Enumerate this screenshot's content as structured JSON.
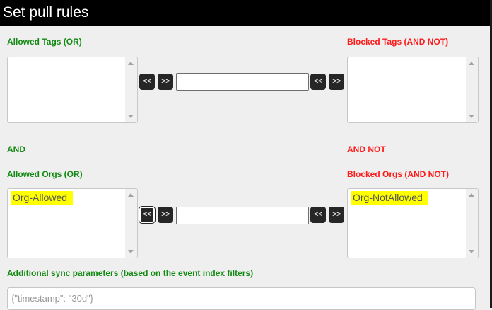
{
  "header": {
    "title": "Set pull rules"
  },
  "tags": {
    "allowed_label": "Allowed Tags (OR)",
    "blocked_label": "Blocked Tags (AND NOT)",
    "allowed_items": [],
    "blocked_items": [],
    "input_value": "",
    "move_left_label": "<<",
    "move_right_label": ">>"
  },
  "connectors": {
    "and": "AND",
    "and_not": "AND NOT"
  },
  "orgs": {
    "allowed_label": "Allowed Orgs (OR)",
    "blocked_label": "Blocked Orgs (AND NOT)",
    "allowed_items": [
      "Org-Allowed"
    ],
    "blocked_items": [
      "Org-NotAllowed"
    ],
    "input_value": "",
    "move_left_label": "<<",
    "move_right_label": ">>"
  },
  "sync": {
    "label": "Additional sync parameters (based on the event index filters)",
    "placeholder": "{\"timestamp\": \"30d\"}"
  },
  "colors": {
    "allowed": "#138a13",
    "blocked": "#ff1a1a",
    "highlight": "#ffff00",
    "header_bg": "#000000"
  }
}
